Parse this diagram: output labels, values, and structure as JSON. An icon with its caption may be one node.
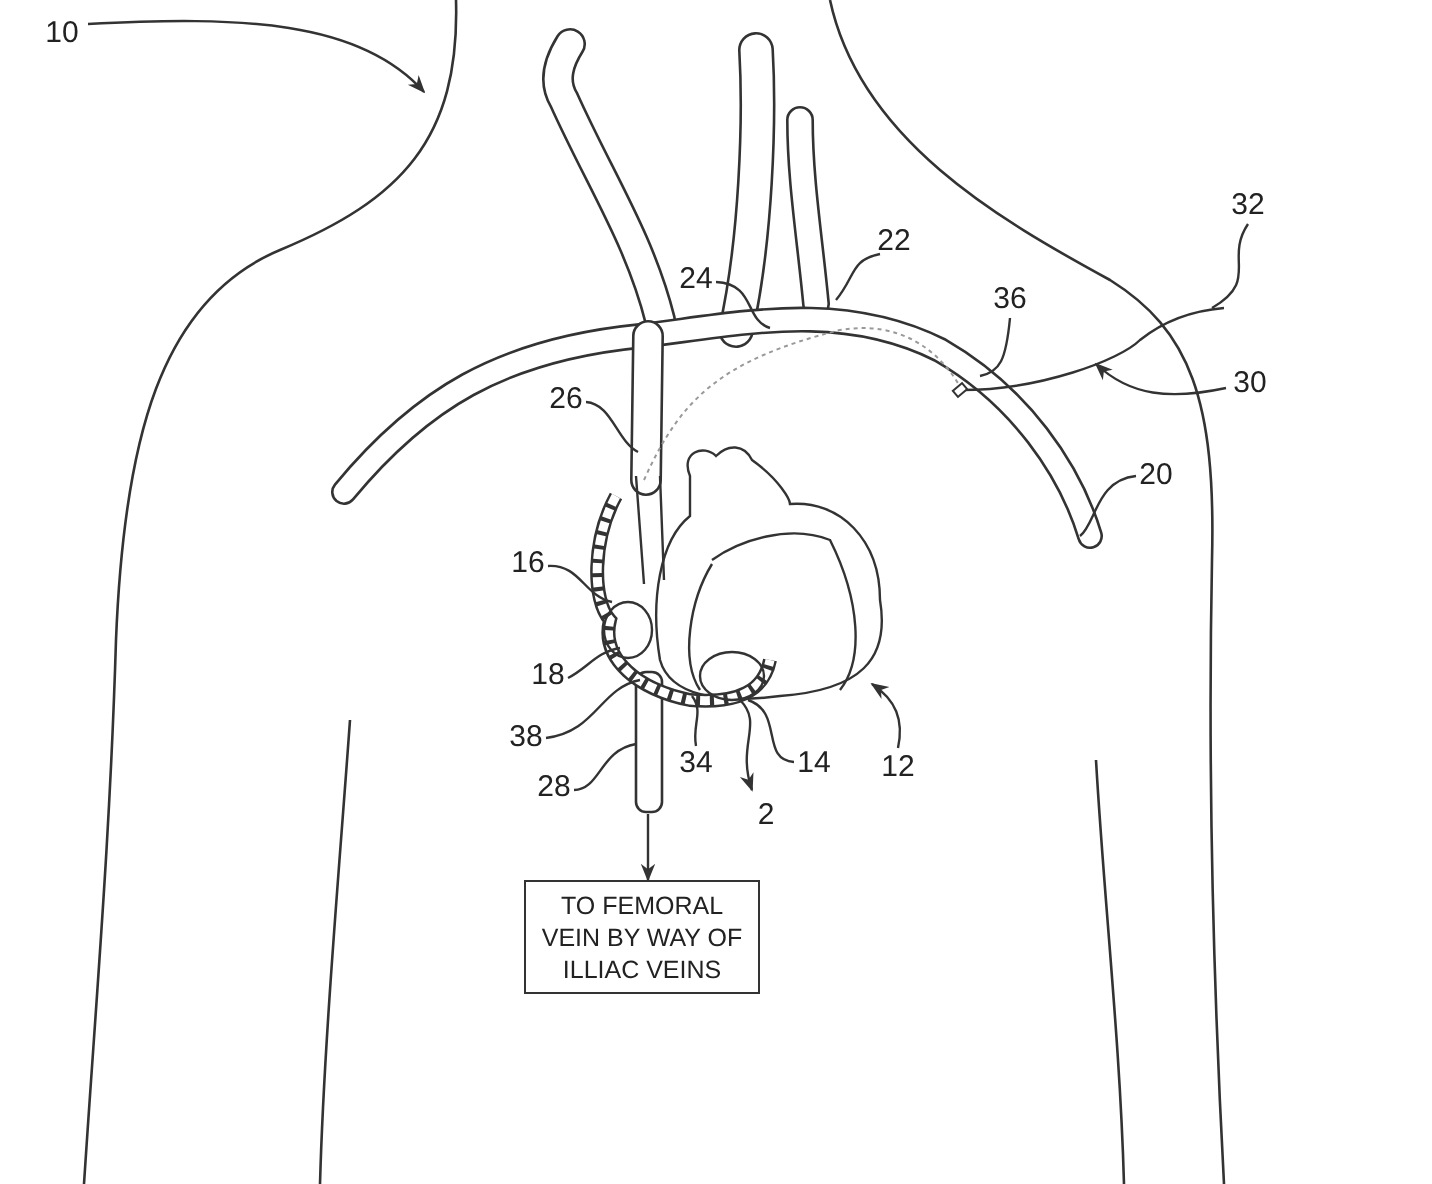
{
  "diagram": {
    "nodes": [
      {
        "text": [
          "10"
        ]
      },
      {
        "text": [
          "32"
        ]
      },
      {
        "text": [
          "22"
        ]
      },
      {
        "text": [
          "24"
        ]
      },
      {
        "text": [
          "36"
        ]
      },
      {
        "text": [
          "30"
        ]
      },
      {
        "text": [
          "26"
        ]
      },
      {
        "text": [
          "20"
        ]
      },
      {
        "text": [
          "16"
        ]
      },
      {
        "text": [
          "18"
        ]
      },
      {
        "text": [
          "38"
        ]
      },
      {
        "text": [
          "28"
        ]
      },
      {
        "text": [
          "34"
        ]
      },
      {
        "text": [
          "2"
        ]
      },
      {
        "text": [
          "14"
        ]
      },
      {
        "text": [
          "12"
        ]
      },
      {
        "text": [
          "TO FEMORAL VEIN BY WAY OF ILLIAC VEINS"
        ]
      }
    ],
    "edges": [
      {
        "from": 0,
        "to": null,
        "arrow": "to"
      },
      {
        "from": 1,
        "to": null,
        "arrow": "none"
      },
      {
        "from": 2,
        "to": null,
        "arrow": "none"
      },
      {
        "from": 3,
        "to": null,
        "arrow": "none"
      },
      {
        "from": 4,
        "to": null,
        "arrow": "none"
      },
      {
        "from": 5,
        "to": null,
        "arrow": "to"
      },
      {
        "from": 6,
        "to": null,
        "arrow": "none"
      },
      {
        "from": 7,
        "to": null,
        "arrow": "none"
      },
      {
        "from": 8,
        "to": null,
        "arrow": "none"
      },
      {
        "from": 9,
        "to": null,
        "arrow": "none"
      },
      {
        "from": 10,
        "to": null,
        "arrow": "none"
      },
      {
        "from": 11,
        "to": null,
        "arrow": "none"
      },
      {
        "from": 12,
        "to": null,
        "arrow": "none"
      },
      {
        "from": null,
        "to": 13,
        "arrow": "to"
      },
      {
        "from": 14,
        "to": null,
        "arrow": "none"
      },
      {
        "from": 15,
        "to": null,
        "arrow": "to"
      },
      {
        "from": null,
        "to": 16,
        "arrow": "to"
      }
    ]
  }
}
